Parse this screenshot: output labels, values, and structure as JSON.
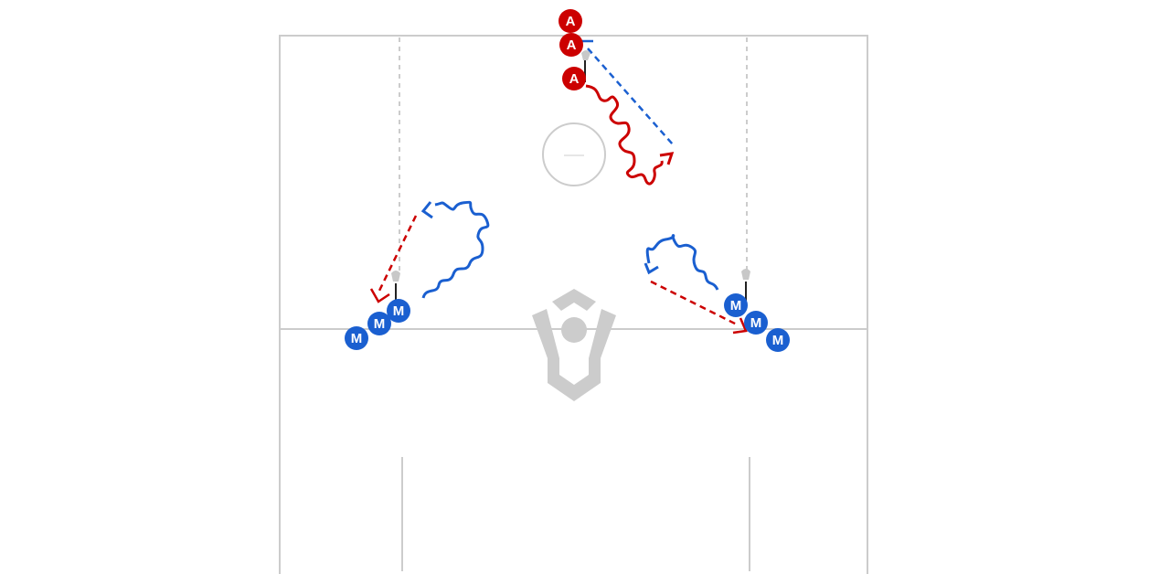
{
  "players": {
    "attack_label": "A",
    "midfield_label": "M"
  },
  "colors": {
    "attack": "#cc0000",
    "midfield": "#1a5fd0",
    "lines": "#cccccc",
    "logo": "#cccccc",
    "stick": "#222222",
    "stick_head": "#c8c8c8"
  },
  "icons": {
    "field_logo": "shield-person-logo",
    "stick": "lacrosse-stick-icon"
  }
}
